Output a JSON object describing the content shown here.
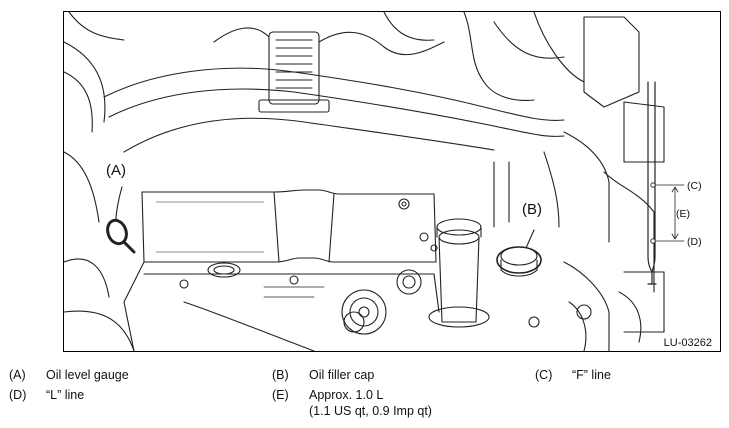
{
  "figure": {
    "code": "LU-03262",
    "callouts": {
      "a": "(A)",
      "b": "(B)",
      "c": "(C)",
      "d": "(D)",
      "e": "(E)"
    }
  },
  "legend": [
    {
      "key": "(A)",
      "text": "Oil level gauge"
    },
    {
      "key": "(B)",
      "text": "Oil filler cap"
    },
    {
      "key": "(C)",
      "text": "“F” line"
    },
    {
      "key": "(D)",
      "text": "“L” line"
    },
    {
      "key": "(E)",
      "text": "Approx. 1.0 L",
      "text2": "(1.1 US qt, 0.9 Imp qt)"
    }
  ]
}
